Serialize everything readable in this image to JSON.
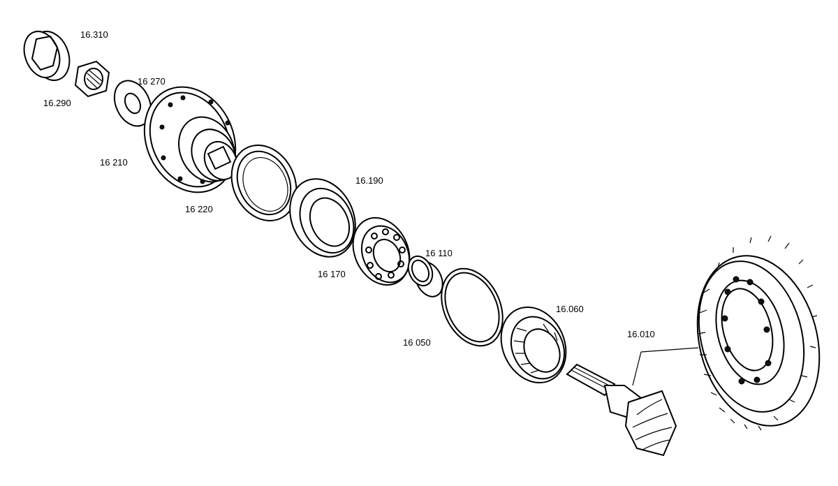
{
  "diagram": {
    "labels": {
      "p16310": "16.310",
      "p16290": "16.290",
      "p16270": "16 270",
      "p16210": "16 210",
      "p16220": "16 220",
      "p16190": "16.190",
      "p16110": "16 110",
      "p16170": "16 170",
      "p16050": "16 050",
      "p16060": "16.060",
      "p16010": "16.010"
    },
    "colors": {
      "ink": "#000000",
      "paper": "#ffffff"
    }
  }
}
